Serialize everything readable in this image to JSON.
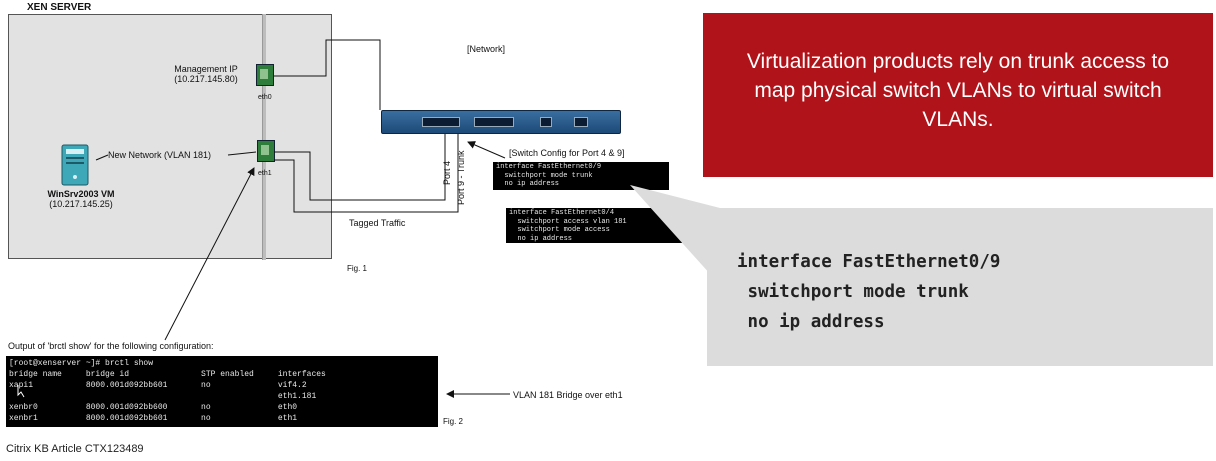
{
  "slide": {
    "headline": "Virtualization products rely on trunk access to map physical switch VLANs to virtual switch VLANs.",
    "code_lines": [
      "interface FastEthernet0/9",
      " switchport mode trunk",
      " no ip address"
    ],
    "caption": "Citrix KB Article CTX123489"
  },
  "diagram": {
    "xen_server_title": "XEN SERVER",
    "mgmt_label": "Management IP",
    "mgmt_ip": "(10.217.145.80)",
    "eth0": "eth0",
    "eth1": "eth1",
    "new_network": "New Network (VLAN 181)",
    "vm_name": "WinSrv2003 VM",
    "vm_ip": "(10.217.145.25)",
    "network_label": "[Network]",
    "port4": "Port 4",
    "port9": "Port 9 - Trunk",
    "tagged": "Tagged Traffic",
    "switch_config": "[Switch Config for Port 4 & 9]",
    "fig1": "Fig. 1",
    "fig2": "Fig. 2",
    "output_label": "Output of 'brctl show' for the following configuration:",
    "vlan_bridge": "VLAN 181 Bridge over eth1",
    "config1": [
      "interface FastEthernet0/9",
      "  switchport mode trunk",
      "  no ip address"
    ],
    "config2": [
      "interface FastEthernet0/4",
      "  switchport access vlan 181",
      "  switchport mode access",
      "  no ip address"
    ],
    "brctl": [
      "[root@xenserver ~]# brctl show",
      "bridge name     bridge id               STP enabled     interfaces",
      "xapi1           8000.001d092bb601       no              vif4.2",
      "                                                        eth1.181",
      "xenbr0          8000.001d092bb600       no              eth0",
      "xenbr1          8000.001d092bb601       no              eth1"
    ]
  },
  "colors": {
    "red": "#b01319",
    "grey": "#dcdcdc"
  }
}
